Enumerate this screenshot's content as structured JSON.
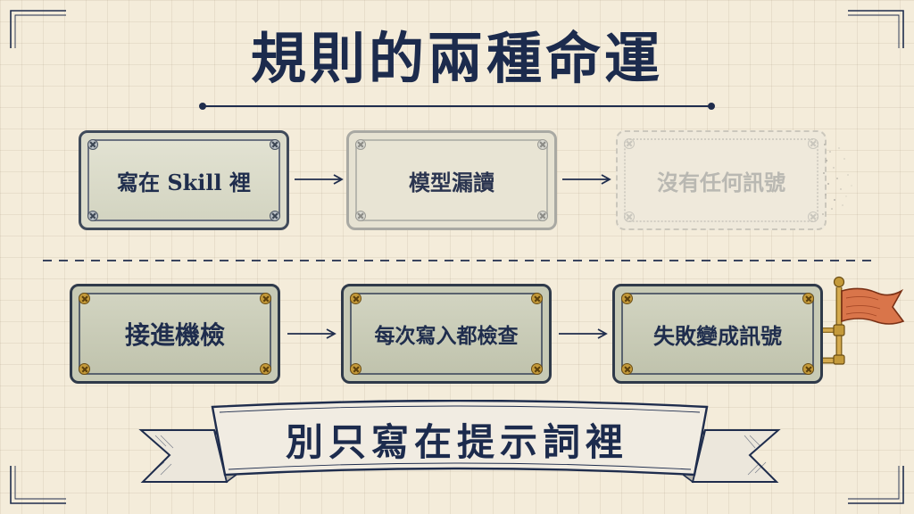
{
  "title": "規則的兩種命運",
  "rows": {
    "weak": {
      "steps": [
        {
          "label": "寫在 Skill 裡"
        },
        {
          "label": "模型漏讀"
        },
        {
          "label": "沒有任何訊號"
        }
      ]
    },
    "strong": {
      "steps": [
        {
          "label": "接進機檢"
        },
        {
          "label": "每次寫入都檢查"
        },
        {
          "label": "失敗變成訊號"
        }
      ]
    }
  },
  "banner": {
    "text": "別只寫在提示詞裡"
  },
  "colors": {
    "ink": "#1f2d4d",
    "paper": "#f4ecda",
    "brass": "#c49a3a",
    "flag": "#d9754a"
  },
  "icons": {
    "screw": "screw-icon",
    "flag": "flag-icon",
    "arrow": "arrow-right-icon"
  }
}
